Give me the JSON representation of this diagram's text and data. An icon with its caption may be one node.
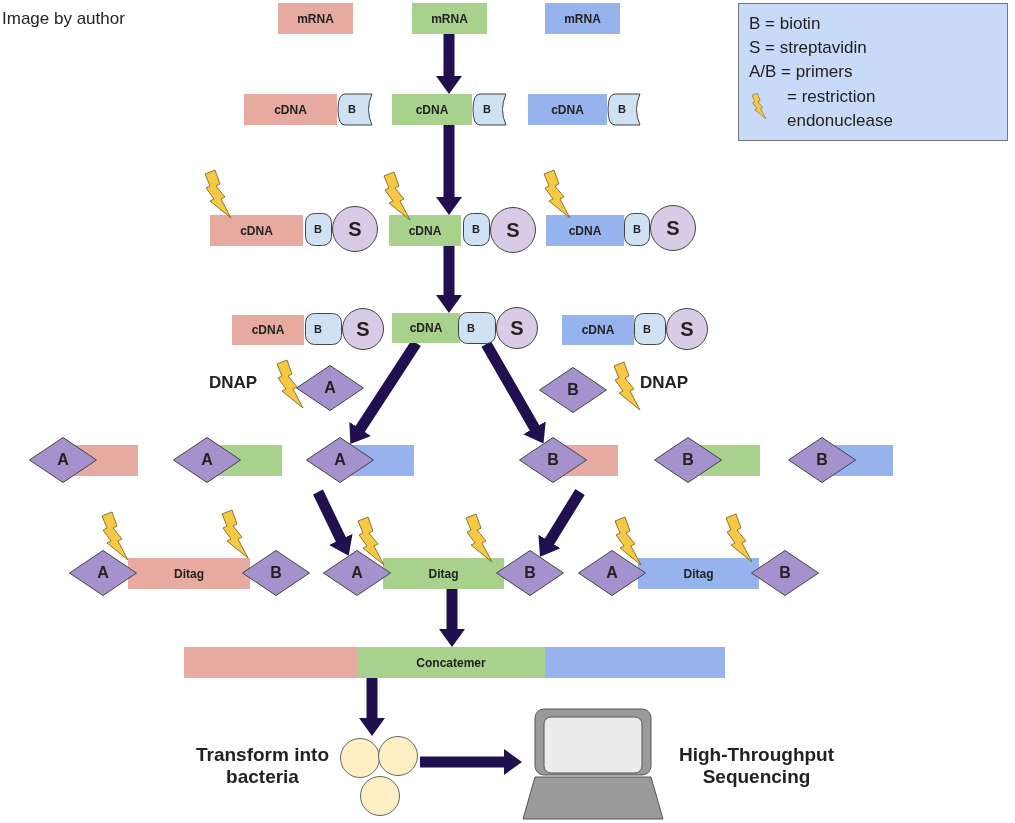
{
  "diagram": {
    "nodes": [
      {
        "text": [
          "mRNA"
        ]
      },
      {
        "text": [
          "mRNA"
        ]
      },
      {
        "text": [
          "mRNA"
        ]
      },
      {
        "text": [
          "cDNA"
        ]
      },
      {
        "text": [
          "B"
        ]
      },
      {
        "text": [
          "cDNA"
        ]
      },
      {
        "text": [
          "B"
        ]
      },
      {
        "text": [
          "cDNA"
        ]
      },
      {
        "text": [
          "B"
        ]
      },
      {
        "text": [
          "cDNA"
        ]
      },
      {
        "text": [
          "B"
        ]
      },
      {
        "text": [
          "S"
        ]
      },
      {
        "text": [
          "cDNA"
        ]
      },
      {
        "text": [
          "B"
        ]
      },
      {
        "text": [
          "S"
        ]
      },
      {
        "text": [
          "cDNA"
        ]
      },
      {
        "text": [
          "B"
        ]
      },
      {
        "text": [
          "S"
        ]
      },
      {
        "text": [
          "cDNA"
        ]
      },
      {
        "text": [
          "B"
        ]
      },
      {
        "text": [
          "S"
        ]
      },
      {
        "text": [
          "cDNA"
        ]
      },
      {
        "text": [
          "B"
        ]
      },
      {
        "text": [
          "S"
        ]
      },
      {
        "text": [
          "cDNA"
        ]
      },
      {
        "text": [
          "B"
        ]
      },
      {
        "text": [
          "S"
        ]
      },
      {
        "text": [
          "A"
        ]
      },
      {
        "text": [
          "B"
        ]
      },
      {
        "text": [
          "A"
        ]
      },
      {
        "text": [],
        "shape": "bar"
      },
      {
        "text": [
          "A"
        ]
      },
      {
        "text": [],
        "shape": "bar"
      },
      {
        "text": [
          "A"
        ]
      },
      {
        "text": [],
        "shape": "bar"
      },
      {
        "text": [
          "B"
        ]
      },
      {
        "text": [],
        "shape": "bar"
      },
      {
        "text": [
          "B"
        ]
      },
      {
        "text": [],
        "shape": "bar"
      },
      {
        "text": [
          "B"
        ]
      },
      {
        "text": [],
        "shape": "bar"
      },
      {
        "text": [
          "A"
        ]
      },
      {
        "text": [
          "Ditag"
        ]
      },
      {
        "text": [
          "B"
        ]
      },
      {
        "text": [
          "A"
        ]
      },
      {
        "text": [
          "Ditag"
        ]
      },
      {
        "text": [
          "B"
        ]
      },
      {
        "text": [
          "A"
        ]
      },
      {
        "text": [
          "Ditag"
        ]
      },
      {
        "text": [
          "B"
        ]
      },
      {
        "text": [],
        "shape": "bar"
      },
      {
        "text": [
          "Concatemer"
        ]
      },
      {
        "text": [],
        "shape": "bar"
      },
      {
        "text": [],
        "shape": "picture",
        "beside": [
          "Transform into bacteria"
        ]
      },
      {
        "text": [],
        "shape": "picture",
        "beside": [
          "High-Throughput Sequencing"
        ]
      }
    ],
    "edges": [
      {
        "from": 1,
        "to": 5,
        "arrow": "to"
      },
      {
        "from": 5,
        "to": 12,
        "arrow": "to"
      },
      {
        "from": 12,
        "to": 21,
        "arrow": "to"
      },
      {
        "from": 21,
        "to": 33,
        "arrow": "to"
      },
      {
        "from": 22,
        "to": 35,
        "arrow": "to"
      },
      {
        "from": null,
        "to": 44,
        "arrow": "to"
      },
      {
        "from": null,
        "to": 46,
        "arrow": "to"
      },
      {
        "from": 45,
        "to": 51,
        "arrow": "to"
      },
      {
        "from": 51,
        "to": 53,
        "arrow": "to"
      },
      {
        "from": 53,
        "to": 54,
        "arrow": "to"
      }
    ],
    "labels": [
      "Image by author",
      "DNAP",
      "DNAP"
    ],
    "legend": [
      {
        "text": "B = biotin"
      },
      {
        "text": "S = streptavidin"
      },
      {
        "text": "A/B = primers"
      },
      {
        "text": "= restriction endonuclease"
      }
    ]
  }
}
